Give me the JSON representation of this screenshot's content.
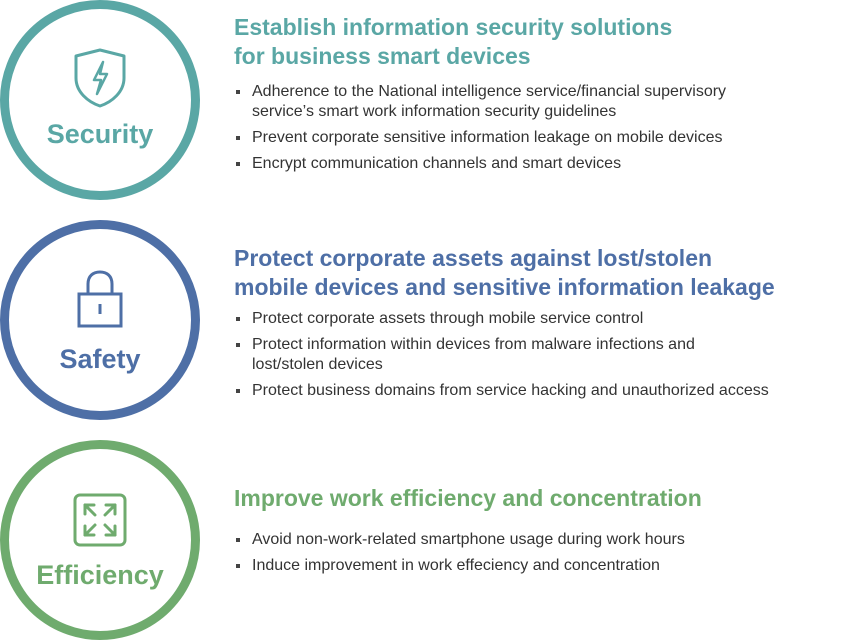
{
  "sections": [
    {
      "label": "Security",
      "icon": "shield-bolt-icon",
      "color": "#5aa7a5",
      "title_lines": [
        "Establish information security solutions",
        "for business smart devices"
      ],
      "bullets": [
        "Adherence to the National intelligence service/financial supervisory service’s smart work information security guidelines",
        "Prevent corporate sensitive information leakage on mobile devices",
        "Encrypt communication channels and smart devices"
      ]
    },
    {
      "label": "Safety",
      "icon": "lock-icon",
      "color": "#4e6fa6",
      "title_lines": [
        "Protect corporate assets against lost/stolen",
        "mobile devices and sensitive information leakage"
      ],
      "bullets": [
        "Protect corporate assets through mobile service control",
        "Protect information within devices from malware infections and lost/stolen devices",
        "Protect business domains from service hacking and unauthorized access"
      ]
    },
    {
      "label": "Efficiency",
      "icon": "expand-arrows-icon",
      "color": "#6fab6e",
      "title_lines": [
        "Improve work efficiency and concentration"
      ],
      "bullets": [
        "Avoid non-work-related smartphone usage during work hours",
        "Induce improvement in work effeciency and concentration"
      ]
    }
  ]
}
